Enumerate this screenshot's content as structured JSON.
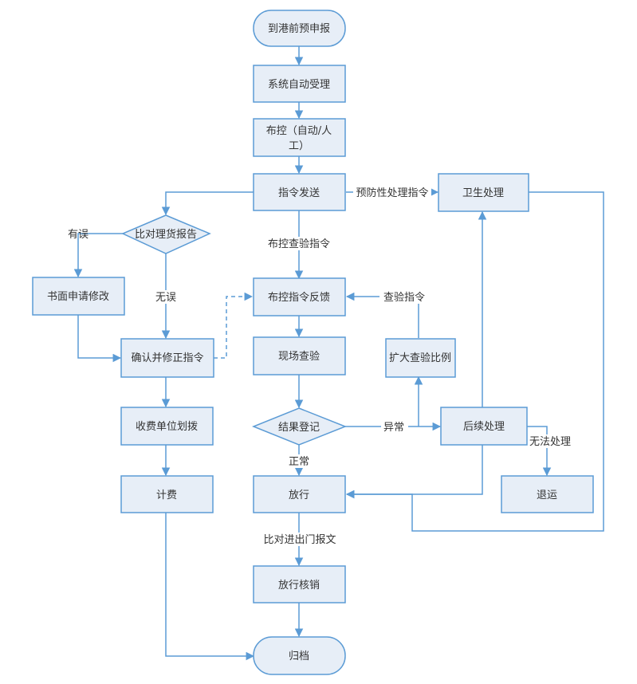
{
  "colors": {
    "stroke": "#5b9bd5",
    "fill": "#e7eef7",
    "text": "#333333"
  },
  "nodes": {
    "pre_arrival": "到港前预申报",
    "auto_accept": "系统自动受理",
    "deploy_line1": "布控（自动/人",
    "deploy_line2": "工）",
    "send_cmd": "指令发送",
    "hygiene": "卫生处理",
    "compare_manifest": "比对理货报告",
    "written_change": "书面申请修改",
    "deploy_feedback": "布控指令反馈",
    "confirm_fix": "确认并修正指令",
    "onsite_check": "现场查验",
    "expand_ratio": "扩大查验比例",
    "result_record": "结果登记",
    "follow_up": "后续处理",
    "fee_transfer": "收费单位划拨",
    "billing": "计费",
    "release": "放行",
    "return_ship": "退运",
    "release_verify": "放行核销",
    "archive": "归档"
  },
  "edges": {
    "preventive_cmd": "预防性处理指令",
    "deploy_inspect_cmd": "布控查验指令",
    "has_error": "有误",
    "no_error": "无误",
    "inspect_cmd": "查验指令",
    "abnormal": "异常",
    "unable": "无法处理",
    "normal": "正常",
    "compare_gate": "比对进出门报文"
  }
}
